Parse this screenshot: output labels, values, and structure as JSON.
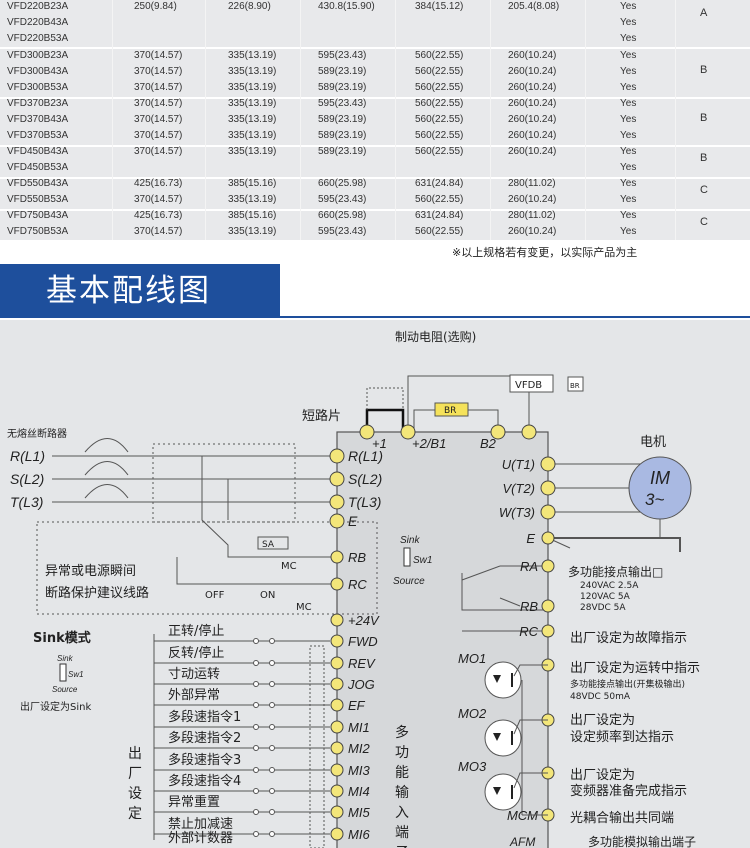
{
  "table": {
    "rows": [
      [
        "VFD220B23A",
        "250(9.84)",
        "226(8.90)",
        "430.8(15.90)",
        "384(15.12)",
        "205.4(8.08)",
        "Yes"
      ],
      [
        "VFD220B43A",
        "",
        "",
        "",
        "",
        "",
        "Yes"
      ],
      [
        "VFD220B53A",
        "",
        "",
        "",
        "",
        "",
        "Yes"
      ],
      [
        "VFD300B23A",
        "370(14.57)",
        "335(13.19)",
        "595(23.43)",
        "560(22.55)",
        "260(10.24)",
        "Yes"
      ],
      [
        "VFD300B43A",
        "370(14.57)",
        "335(13.19)",
        "589(23.19)",
        "560(22.55)",
        "260(10.24)",
        "Yes"
      ],
      [
        "VFD300B53A",
        "370(14.57)",
        "335(13.19)",
        "589(23.19)",
        "560(22.55)",
        "260(10.24)",
        "Yes"
      ],
      [
        "VFD370B23A",
        "370(14.57)",
        "335(13.19)",
        "595(23.43)",
        "560(22.55)",
        "260(10.24)",
        "Yes"
      ],
      [
        "VFD370B43A",
        "370(14.57)",
        "335(13.19)",
        "589(23.19)",
        "560(22.55)",
        "260(10.24)",
        "Yes"
      ],
      [
        "VFD370B53A",
        "370(14.57)",
        "335(13.19)",
        "589(23.19)",
        "560(22.55)",
        "260(10.24)",
        "Yes"
      ],
      [
        "VFD450B43A",
        "370(14.57)",
        "335(13.19)",
        "589(23.19)",
        "560(22.55)",
        "260(10.24)",
        "Yes"
      ],
      [
        "VFD450B53A",
        "",
        "",
        "",
        "",
        "",
        "Yes"
      ],
      [
        "VFD550B43A",
        "425(16.73)",
        "385(15.16)",
        "660(25.98)",
        "631(24.84)",
        "280(11.02)",
        "Yes"
      ],
      [
        "VFD550B53A",
        "370(14.57)",
        "335(13.19)",
        "595(23.43)",
        "560(22.55)",
        "260(10.24)",
        "Yes"
      ],
      [
        "VFD750B43A",
        "425(16.73)",
        "385(15.16)",
        "660(25.98)",
        "631(24.84)",
        "280(11.02)",
        "Yes"
      ],
      [
        "VFD750B53A",
        "370(14.57)",
        "335(13.19)",
        "595(23.43)",
        "560(22.55)",
        "260(10.24)",
        "Yes"
      ]
    ],
    "groups": [
      "A",
      "B",
      "B",
      "B",
      "C",
      "C"
    ],
    "note": "※以上规格若有变更，以实际产品为主"
  },
  "banner": {
    "title": "基本配线图"
  },
  "diagram": {
    "brake_resistor": "制动电阻(选购)",
    "vfdb": "VFDB",
    "br": "BR",
    "br_small": "BR",
    "short_piece": "短路片",
    "breaker": "无熔丝断路器",
    "inputs": [
      "R(L1)",
      "S(L2)",
      "T(L3)"
    ],
    "sa": "SA",
    "mc": "MC",
    "mc2": "MC",
    "off": "OFF",
    "on": "ON",
    "protect1": "异常或电源瞬间",
    "protect2": "断路保护建议线路",
    "top_terminals": [
      "+1",
      "+2/B1",
      "B2"
    ],
    "left_terminals": [
      "R(L1)",
      "S(L2)",
      "T(L3)",
      "E",
      "RB",
      "RC",
      "+24V",
      "FWD",
      "REV",
      "JOG",
      "EF",
      "MI1",
      "MI2",
      "MI3",
      "MI4",
      "MI5",
      "MI6"
    ],
    "right_terminals": [
      "U(T1)",
      "V(T2)",
      "W(T3)",
      "E",
      "RA",
      "RB",
      "RC",
      "MO1",
      "MO2",
      "MO3",
      "MCM"
    ],
    "motor_label": "电机",
    "motor_im": "IM",
    "motor_phase": "3~",
    "sink": "Sink",
    "sw1": "Sw1",
    "source": "Source",
    "sink_mode": "Sink模式",
    "sink_sink": "Sink",
    "sink_sw1": "Sw1",
    "sink_source": "Source",
    "factory_sink": "出厂设定为Sink",
    "input_funcs": [
      "正转/停止",
      "反转/停止",
      "寸动运转",
      "外部异常",
      "多段速指令1",
      "多段速指令2",
      "多段速指令3",
      "多段速指令4",
      "异常重置",
      "禁止加减速",
      "外部计数器"
    ],
    "factory_setting": "出厂设定",
    "multi_input": "多功能输入端子",
    "relay_title": "多功能接点输出□",
    "relay_spec": [
      "240VAC 2.5A",
      "120VAC 5A",
      "28VDC 5A"
    ],
    "fault": "出厂设定为故障指示",
    "mo1_desc": "出厂设定为运转中指示",
    "mo1_sub": "多功能接点输出(开集极输出)",
    "mo1_spec": "48VDC 50mA",
    "mo2_desc": [
      "出厂设定为",
      "设定频率到达指示"
    ],
    "mo3_desc": [
      "出厂设定为",
      "变频器准备完成指示"
    ],
    "mcm_desc": "光耦合输出共同端",
    "afm": "AFM",
    "afm_desc": "多功能模拟输出端子"
  }
}
